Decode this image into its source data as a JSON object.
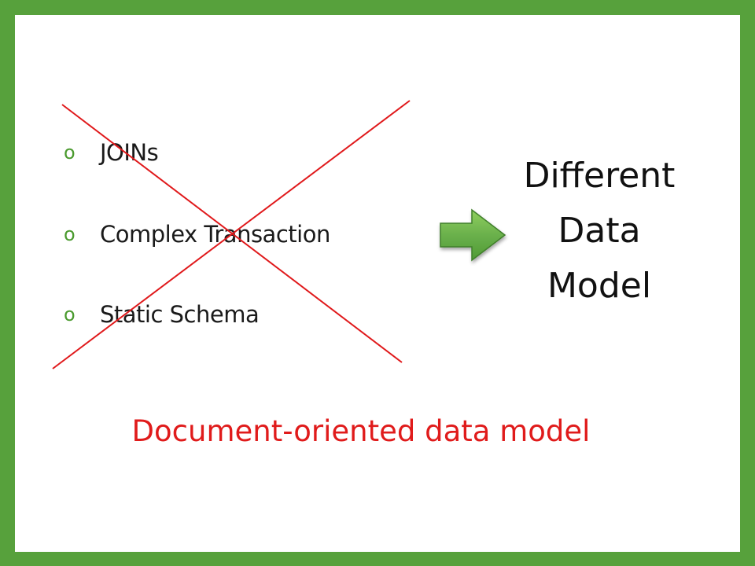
{
  "slide": {
    "frame_color": "#57a13c",
    "bullet_marker": "o",
    "bullets": [
      {
        "label": "JOINs"
      },
      {
        "label": "Complex Transaction"
      },
      {
        "label": "Static Schema"
      }
    ],
    "crossed_out": true,
    "cross_color": "#e0191b",
    "arrow_icon": "right-arrow-icon",
    "arrow_color": "#6ab04c",
    "result_lines": [
      "Different",
      "Data",
      "Model"
    ],
    "caption": "Document-oriented data model",
    "caption_color": "#e01b1b"
  }
}
